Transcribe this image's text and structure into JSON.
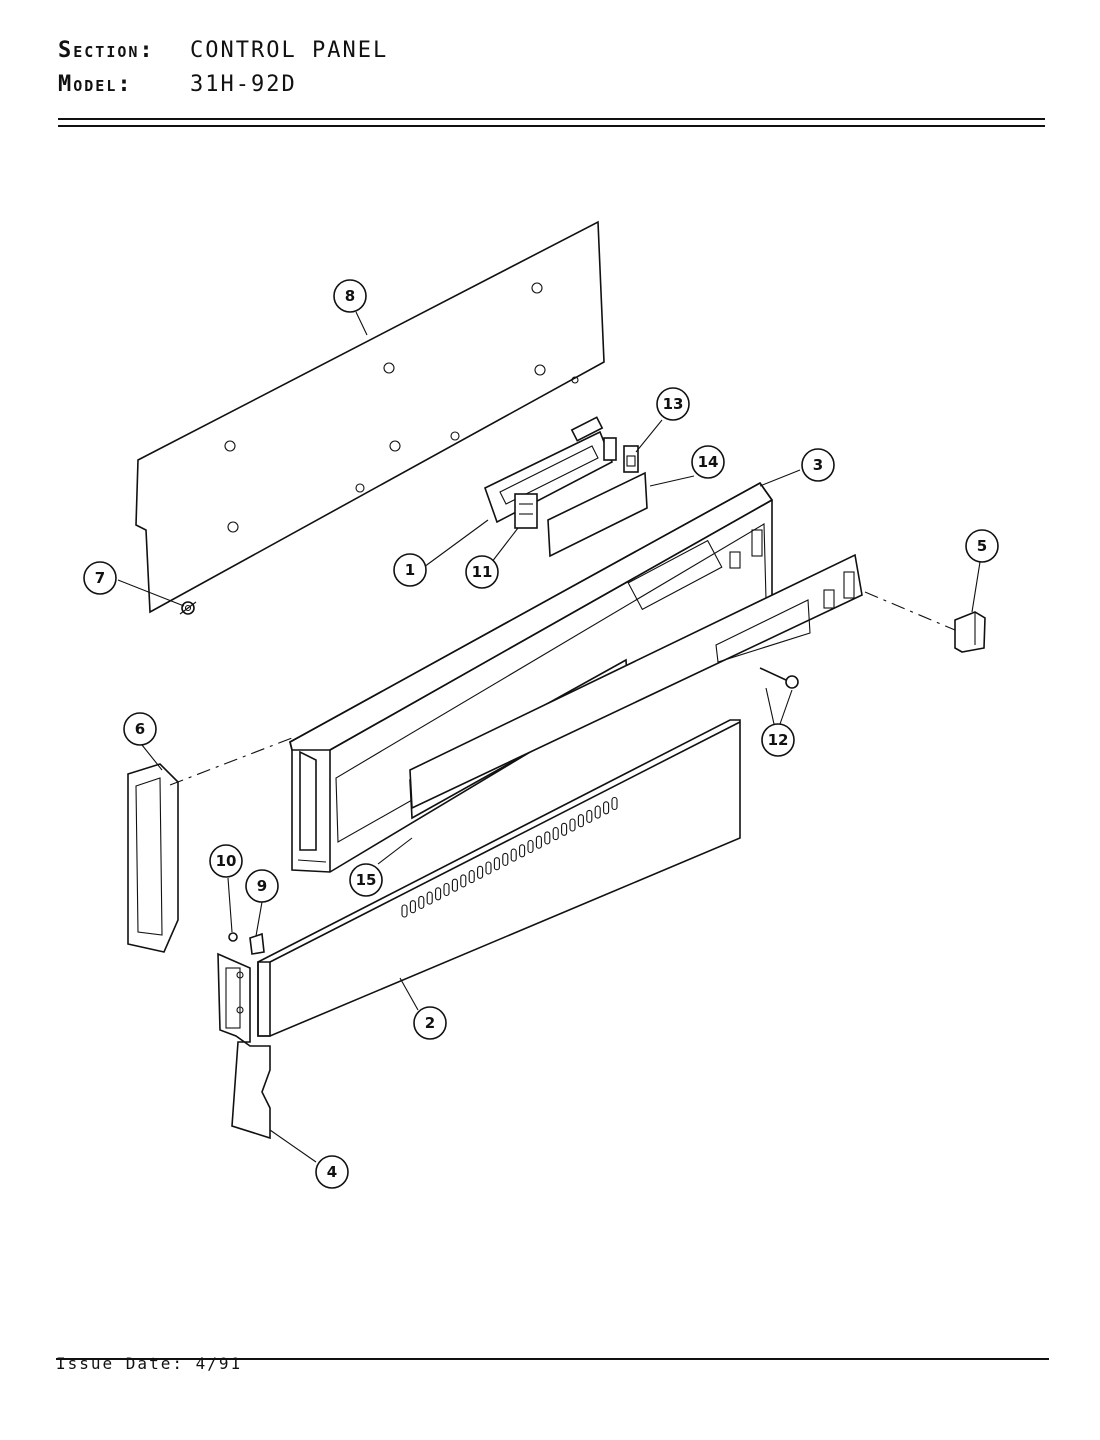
{
  "header": {
    "section_label": "Section:",
    "section_value": "CONTROL PANEL",
    "model_label": "Model:",
    "model_value": "31H-92D"
  },
  "footer": {
    "issue_date": "Issue Date: 4/91"
  },
  "callouts": [
    "1",
    "2",
    "3",
    "4",
    "5",
    "6",
    "7",
    "8",
    "9",
    "10",
    "11",
    "12",
    "13",
    "14",
    "15"
  ]
}
